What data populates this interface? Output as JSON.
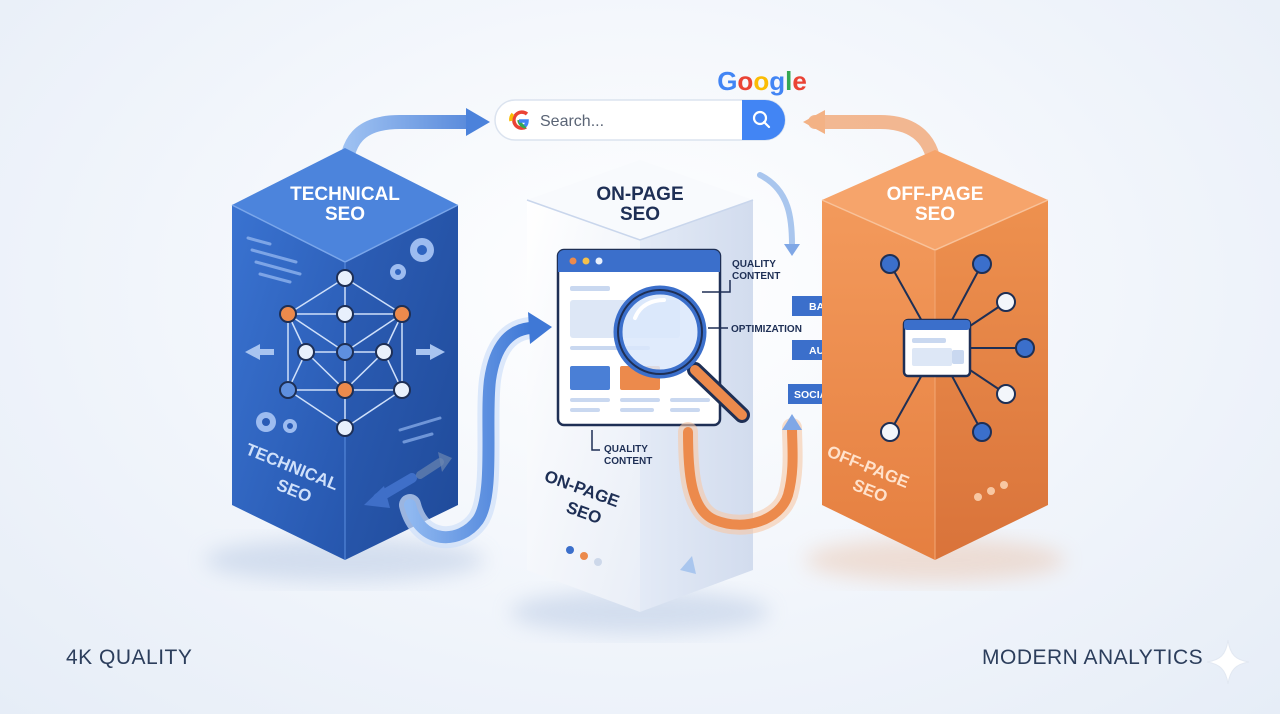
{
  "google_logo": "Google",
  "search": {
    "placeholder": "Search..."
  },
  "pillars": {
    "technical": {
      "title_line1": "TECHNICAL",
      "title_line2": "SEO",
      "side_line1": "TECHNICAL",
      "side_line2": "SEO",
      "color": "#2f64c0"
    },
    "onpage": {
      "title_line1": "ON-PAGE",
      "title_line2": "SEO",
      "side_line1": "ON-PAGE",
      "side_line2": "SEO",
      "color": "#f4f7fc"
    },
    "offpage": {
      "title_line1": "OFF-PAGE",
      "title_line2": "SEO",
      "side_line1": "OFF-PAGE",
      "side_line2": "SEO",
      "color": "#ec8a4c"
    }
  },
  "callouts": {
    "quality_top_line1": "QUALITY",
    "quality_top_line2": "CONTENT",
    "optimization": "OPTIMIZATION",
    "quality_bottom_line1": "QUALITY",
    "quality_bottom_line2": "CONTENT"
  },
  "flow_labels": {
    "backlinks": "BACKLINKS",
    "authority": "AUTHORITY",
    "social": "SOCIAL SIGNALS"
  },
  "captions": {
    "left": "4K QUALITY",
    "right": "MODERN ANALYTICS"
  },
  "colors": {
    "blue": "#2f64c0",
    "orange": "#ec8a4c",
    "navy": "#1e2f55",
    "google_blue": "#4285f4"
  }
}
